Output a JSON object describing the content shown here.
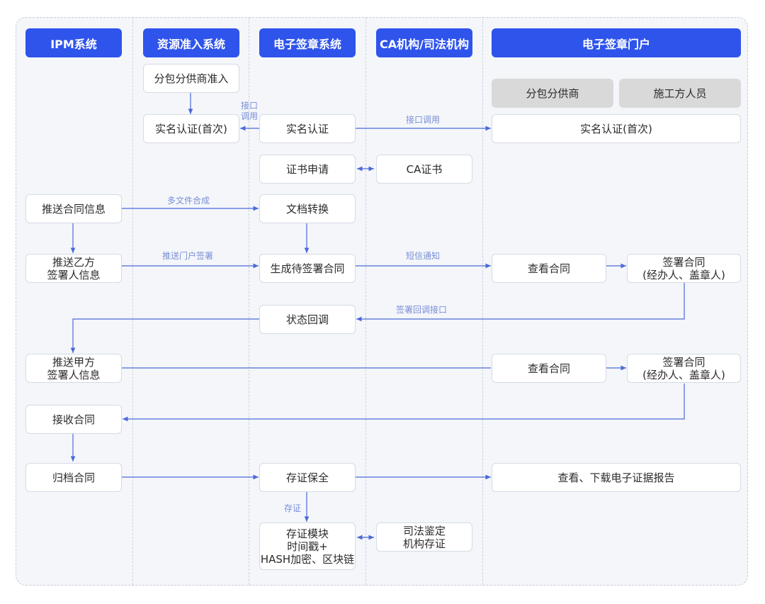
{
  "lanes": [
    "IPM系统",
    "资源准入系统",
    "电子签章系统",
    "CA机构/司法机构",
    "电子签章门户"
  ],
  "nodes": {
    "subcontractor_admission": "分包分供商准入",
    "realname_first_time": "实名认证(首次)",
    "realname_auth": "实名认证",
    "portal_realname_first_time": "实名认证(首次)",
    "subcontractor_vendor": "分包分供商",
    "constructor_staff": "施工方人员",
    "cert_application": "证书申请",
    "ca_cert": "CA证书",
    "push_contract_info": "推送合同信息",
    "doc_convert": "文档转换",
    "push_party_b": [
      "推送乙方",
      "签署人信息"
    ],
    "generate_contract": "生成待签署合同",
    "view_contract_1": "查看合同",
    "sign_contract_1": [
      "签署合同",
      "(经办人、盖章人)"
    ],
    "status_callback": "状态回调",
    "push_party_a": [
      "推送甲方",
      "签署人信息"
    ],
    "view_contract_2": "查看合同",
    "sign_contract_2": [
      "签署合同",
      "(经办人、盖章人)"
    ],
    "receive_contract": "接收合同",
    "archive_contract": "归档合同",
    "evidence_preserve": "存证保全",
    "view_download_report": "查看、下载电子证据报告",
    "evidence_module": [
      "存证模块",
      "时间戳+",
      "HASH加密、区块链"
    ],
    "judicial_evidence": [
      "司法鉴定",
      "机构存证"
    ]
  },
  "edge_labels": {
    "api_call_short": [
      "接口",
      "调用"
    ],
    "api_call": "接口调用",
    "multi_file_merge": "多文件合成",
    "push_portal_sign": "推送门户签署",
    "sms_notify": "短信通知",
    "sign_callback_api": "签署回调接口",
    "evidence": "存证"
  },
  "colors": {
    "header": "#2f54eb",
    "arrow": "#4a69d8",
    "edge_label": "#7a8fd6",
    "lane_bg": "#f4f6fa"
  }
}
